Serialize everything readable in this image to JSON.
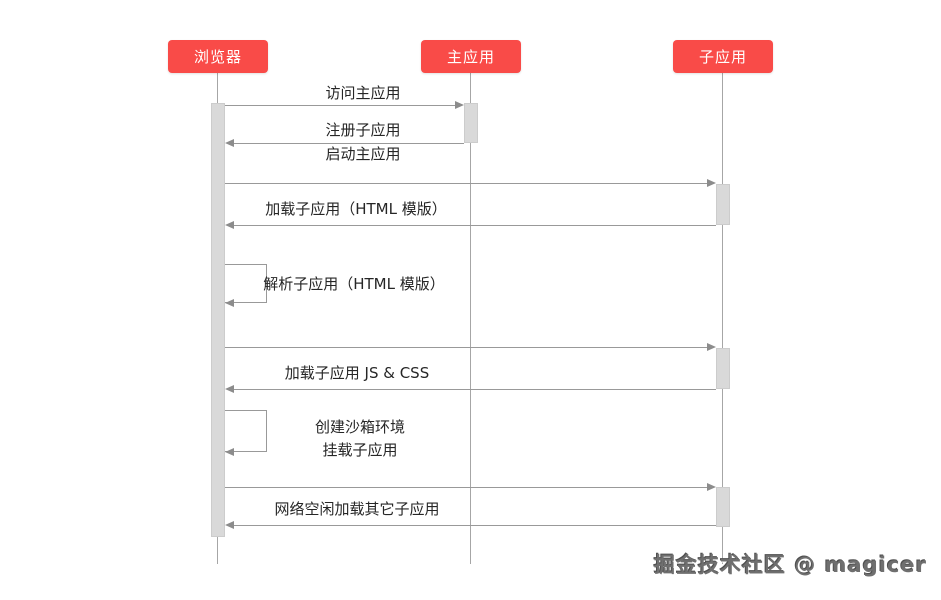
{
  "diagram": {
    "type": "sequence-diagram",
    "actors": [
      {
        "id": "browser",
        "label": "浏览器"
      },
      {
        "id": "main-app",
        "label": "主应用"
      },
      {
        "id": "sub-app",
        "label": "子应用"
      }
    ],
    "messages": [
      {
        "from": "浏览器",
        "to": "主应用",
        "kind": "request",
        "label": "访问主应用"
      },
      {
        "from": "主应用",
        "to": "浏览器",
        "kind": "return",
        "lines": [
          "注册子应用",
          "启动主应用"
        ]
      },
      {
        "from": "浏览器",
        "to": "子应用",
        "kind": "request",
        "label": ""
      },
      {
        "from": "子应用",
        "to": "浏览器",
        "kind": "return",
        "label": "加载子应用（HTML 模版）"
      },
      {
        "from": "浏览器",
        "to": "浏览器",
        "kind": "self",
        "label": "解析子应用（HTML 模版）"
      },
      {
        "from": "浏览器",
        "to": "子应用",
        "kind": "request",
        "label": ""
      },
      {
        "from": "子应用",
        "to": "浏览器",
        "kind": "return",
        "label": "加载子应用 JS & CSS"
      },
      {
        "from": "浏览器",
        "to": "浏览器",
        "kind": "self",
        "lines": [
          "创建沙箱环境",
          "挂载子应用"
        ]
      },
      {
        "from": "浏览器",
        "to": "子应用",
        "kind": "request",
        "label": ""
      },
      {
        "from": "子应用",
        "to": "浏览器",
        "kind": "return",
        "label": "网络空闲加载其它子应用"
      }
    ],
    "watermark": "掘金技术社区 @ magicer",
    "colors": {
      "actor_bg": "#f94b48",
      "actor_text": "#ffffff",
      "line": "#999999",
      "arrowhead": "#8c8c8c",
      "activation_fill": "#d9d9d9",
      "activation_border": "#cccccc",
      "label_text": "#262626",
      "watermark_text": "#6f6f6f"
    }
  }
}
